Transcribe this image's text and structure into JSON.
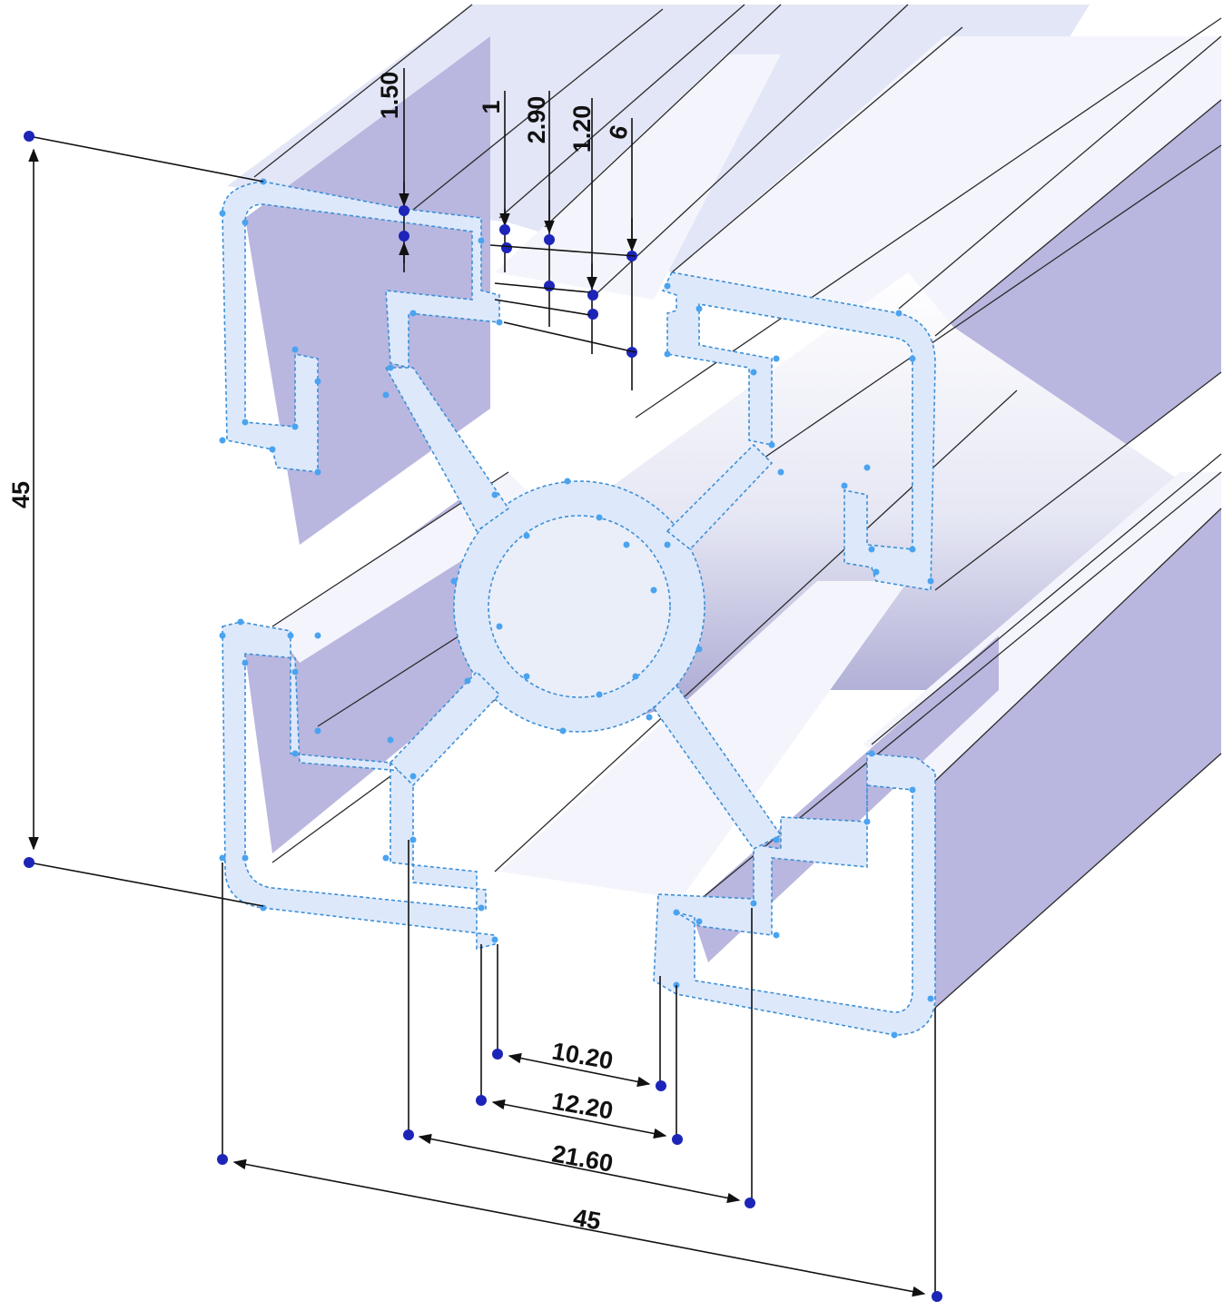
{
  "dimensions": {
    "height_overall": "45",
    "width_overall": "45",
    "slot_opening": "10.20",
    "slot_inner": "12.20",
    "slot_outer": "21.60",
    "top_wall": "1.50",
    "lip_a": "1",
    "lip_b": "2.90",
    "lip_c": "1.20",
    "lip_d": "6"
  },
  "colors": {
    "profile_fill": "#dde9fb",
    "profile_edge": "#3e8fd6",
    "side_face": "#b9b7df",
    "endpoint": "#1d25b8",
    "vertex": "#4aa3f0"
  }
}
